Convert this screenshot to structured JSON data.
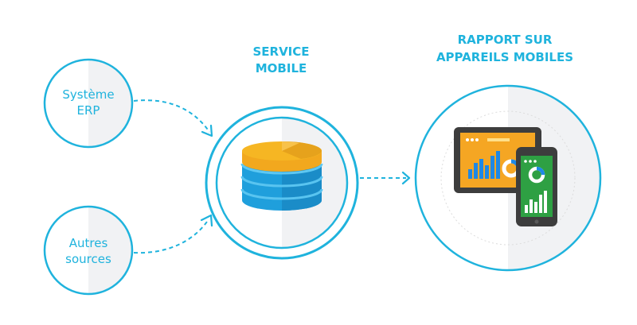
{
  "sources": {
    "erp": {
      "line1": "Système",
      "line2": "ERP"
    },
    "other": {
      "line1": "Autres",
      "line2": "sources"
    }
  },
  "service": {
    "line1": "SERVICE",
    "line2": "MOBILE"
  },
  "report": {
    "line1": "RAPPORT SUR",
    "line2": "APPAREILS MOBILES"
  },
  "colors": {
    "accent": "#1fb3dd",
    "shade": "#f1f2f4",
    "db_gold": "#f6b623",
    "db_blue": "#1f9fdc",
    "device_dark": "#3d3d3d",
    "tablet_screen": "#f5a623",
    "chart_blue": "#1e88e5",
    "phone_screen": "#2ea043"
  }
}
